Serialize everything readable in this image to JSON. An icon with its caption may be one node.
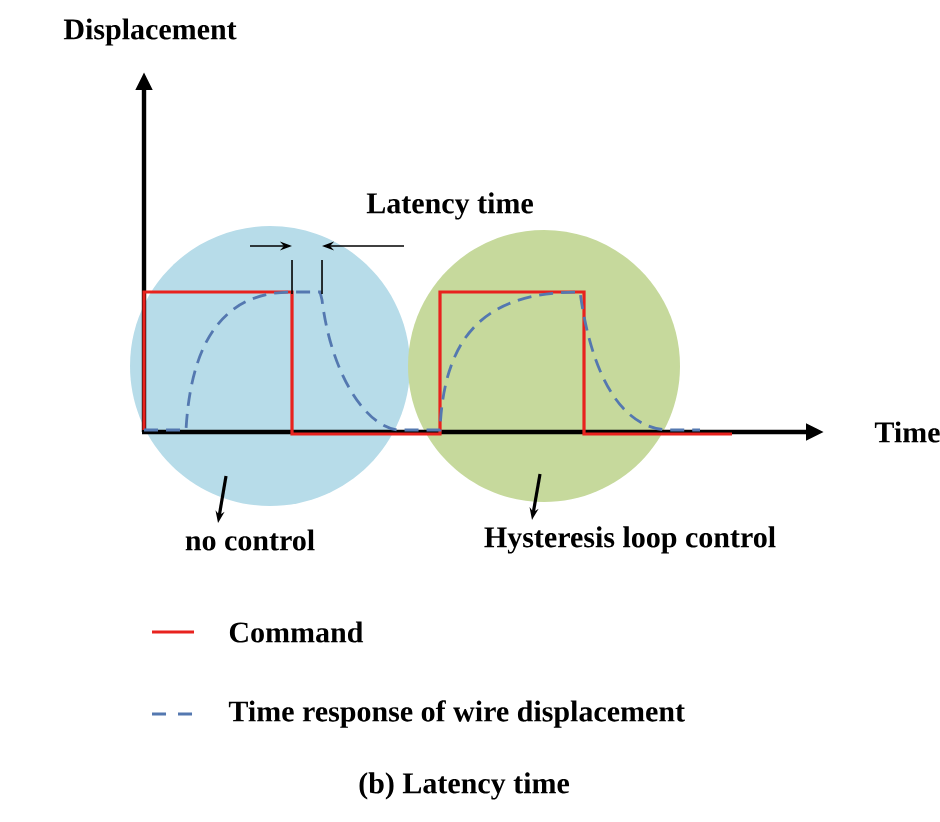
{
  "diagram": {
    "caption": "(b) Latency time",
    "nodes": [
      {
        "text": [],
        "shape": "circle"
      },
      {
        "text": [],
        "shape": "circle"
      },
      {
        "text": [
          "no control"
        ]
      },
      {
        "text": [
          "Hysteresis loop control"
        ]
      }
    ],
    "edges": [
      {
        "from": 0,
        "to": 2,
        "arrow": "to"
      },
      {
        "from": 1,
        "to": 3,
        "arrow": "to"
      }
    ],
    "labels": [
      "Displacement",
      "Time",
      "Latency time"
    ],
    "legend": [
      {
        "text": "Command"
      },
      {
        "text": "Time response of wire displacement"
      }
    ]
  }
}
